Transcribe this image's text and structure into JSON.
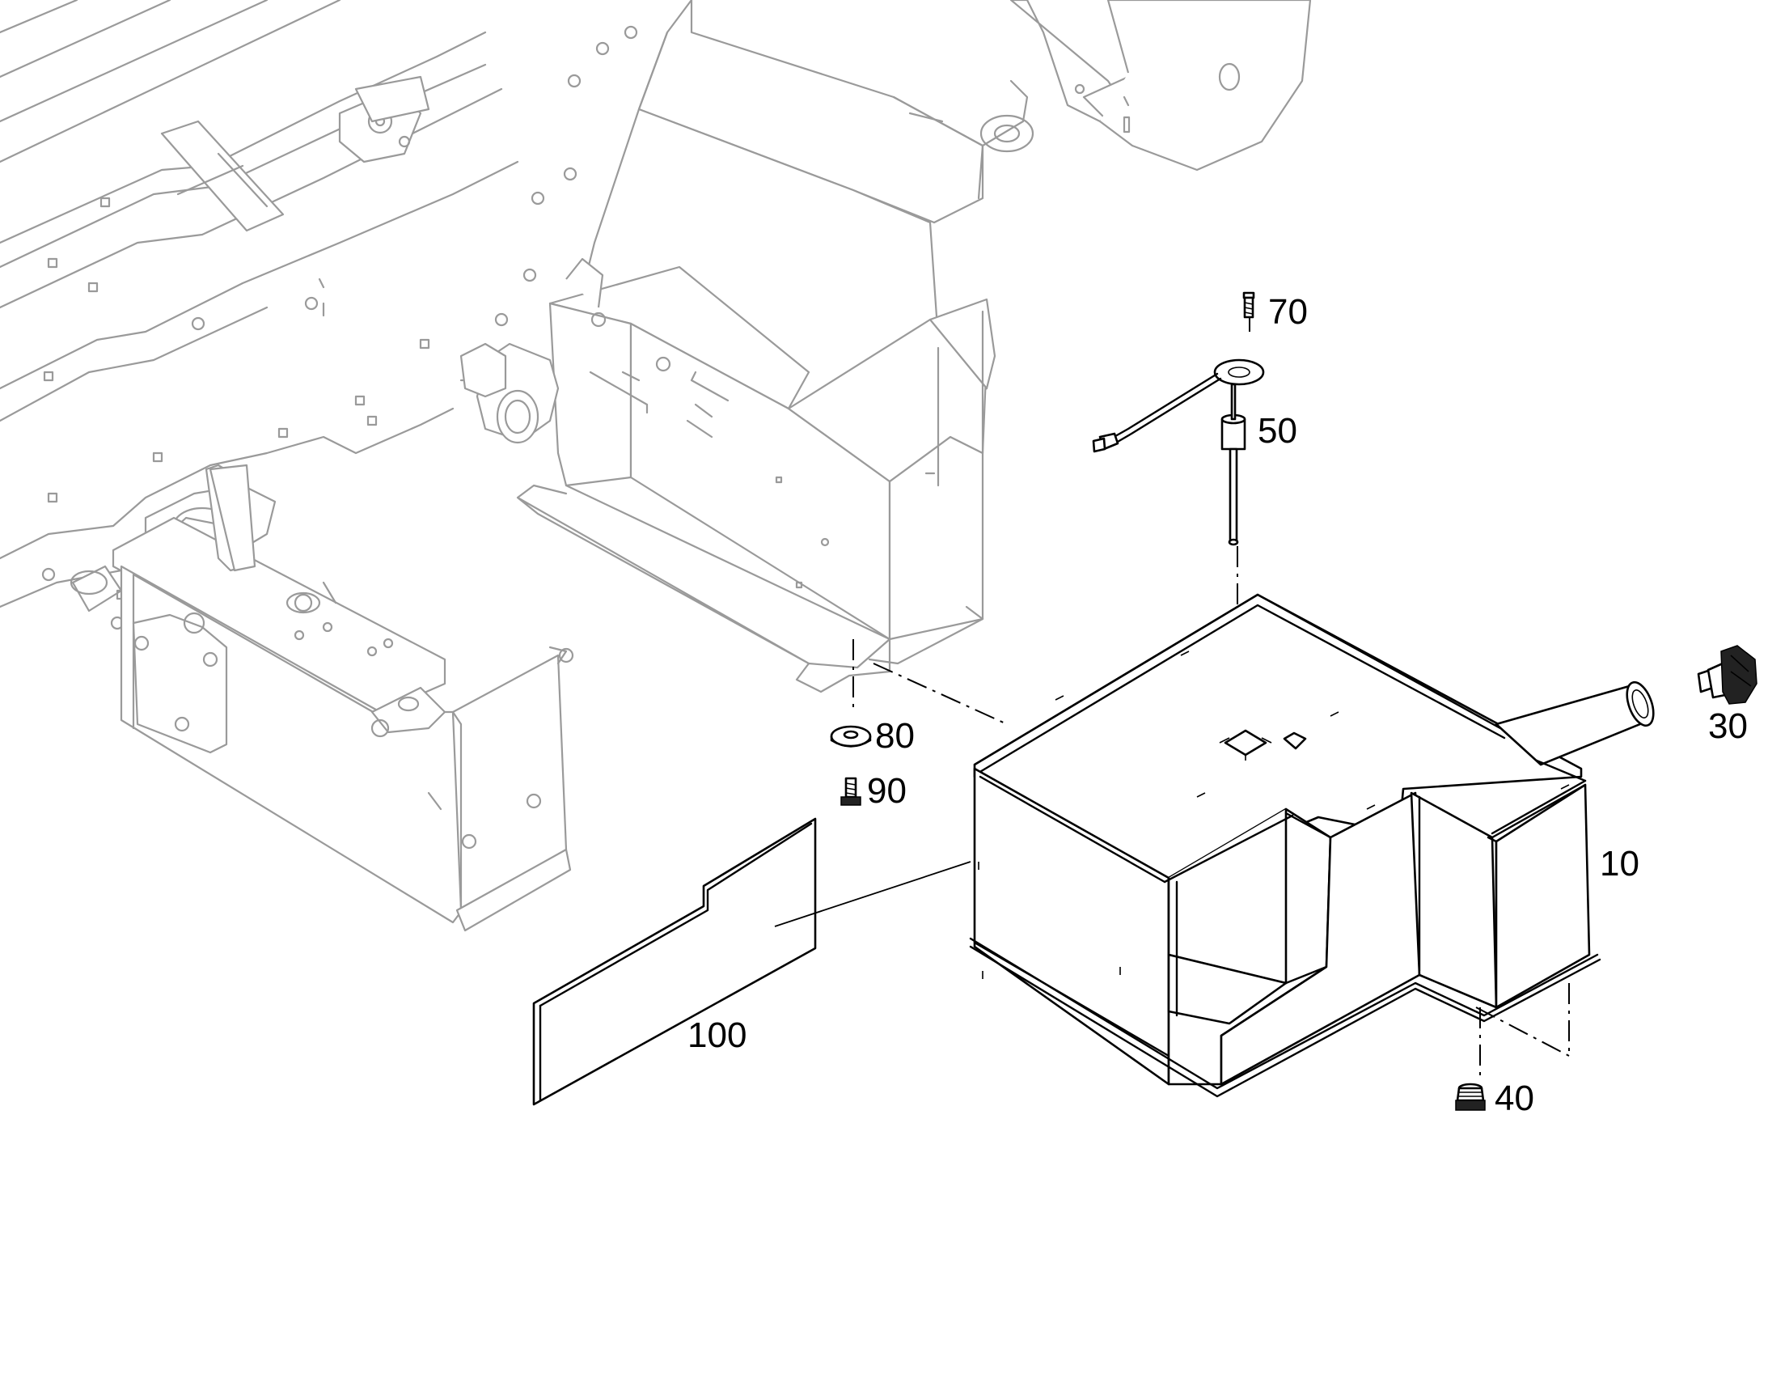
{
  "diagram": {
    "callouts": [
      {
        "id": "c70",
        "label": "70"
      },
      {
        "id": "c50",
        "label": "50"
      },
      {
        "id": "c30",
        "label": "30"
      },
      {
        "id": "c80",
        "label": "80"
      },
      {
        "id": "c90",
        "label": "90"
      },
      {
        "id": "c10",
        "label": "10"
      },
      {
        "id": "c100",
        "label": "100"
      },
      {
        "id": "c40",
        "label": "40"
      }
    ]
  }
}
